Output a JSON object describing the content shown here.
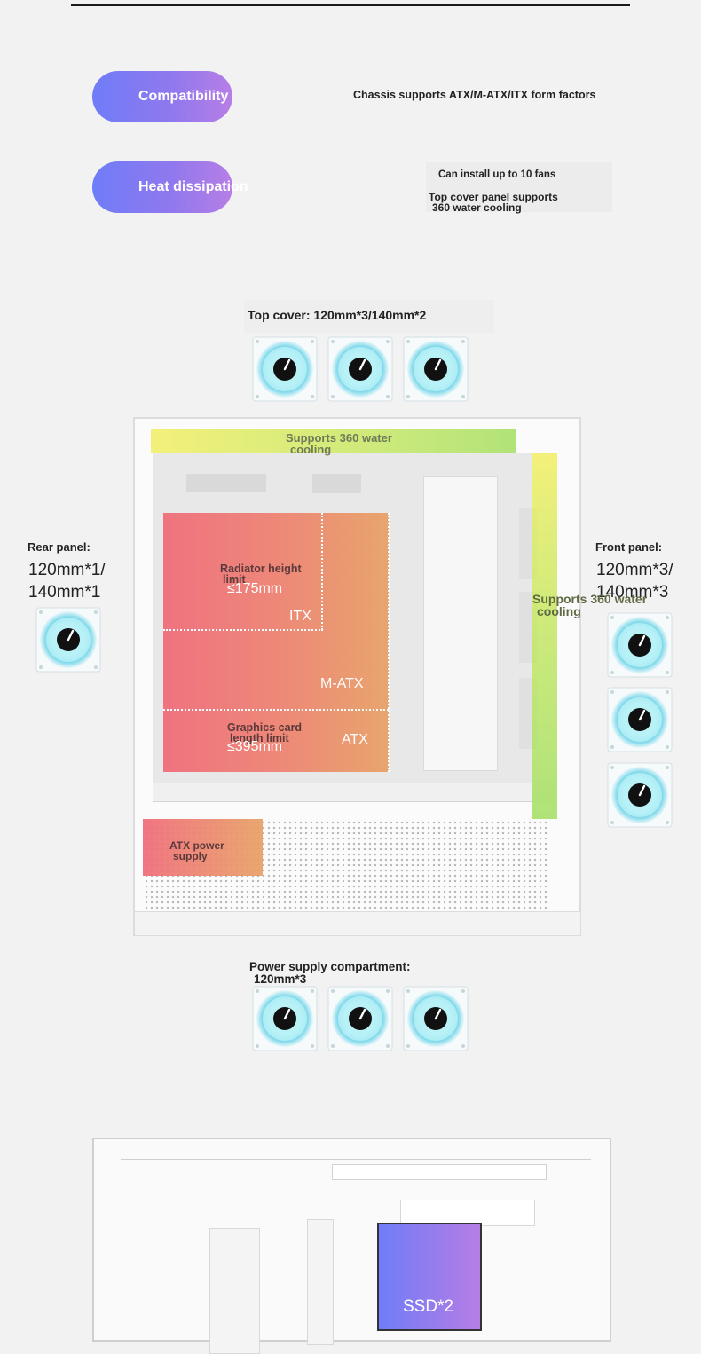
{
  "features": [
    {
      "label": "Compatibility",
      "description": [
        "Chassis supports ATX/M-ATX/ITX form factors"
      ]
    },
    {
      "label": "Heat dissipation",
      "description": [
        "Can install up to 10 fans",
        "Top cover panel supports",
        "360 water cooling"
      ]
    }
  ],
  "fan_layout": {
    "top_cover": "Top cover: 120mm*3/140mm*2",
    "rear_panel_title": "Rear panel:",
    "rear_panel_size": [
      "120mm*1/",
      "140mm*1"
    ],
    "front_panel_title": "Front panel:",
    "front_panel_size": [
      "120mm*3/",
      "140mm*3"
    ],
    "front_water": [
      "Supports 360 water",
      "cooling"
    ],
    "top_water": [
      "Supports 360 water",
      "cooling"
    ],
    "radiator_limit": [
      "Radiator height",
      "limit"
    ],
    "radiator_value": "≤175mm",
    "itx": "ITX",
    "matx": "M-ATX",
    "atx": "ATX",
    "gpu_limit": [
      "Graphics card",
      "length limit"
    ],
    "gpu_value": "≤395mm",
    "psu": [
      "ATX power",
      "supply"
    ],
    "psu_compartment": [
      "Power supply compartment:",
      "120mm*3"
    ]
  },
  "ssd_label": "SSD*2",
  "colors": {
    "accent_start": "#6f7df8",
    "accent_end": "#b77ee6",
    "zone_red": "#f06a78",
    "zone_orange": "#e8a064",
    "water_yellow": "#f1f06a",
    "water_green": "#a6e06a"
  }
}
